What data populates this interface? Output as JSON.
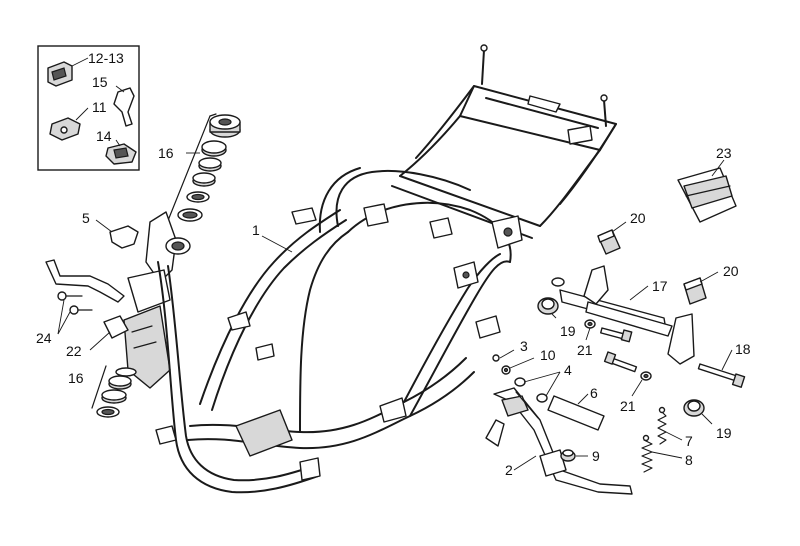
{
  "diagram": {
    "type": "exploded-parts-view",
    "line_color": "#1a1a1a",
    "part_fill": "#d8d8d8",
    "background": "#ffffff"
  },
  "callouts": {
    "c12_13": "12-13",
    "c15": "15",
    "c11": "11",
    "c14": "14",
    "c16a": "16",
    "c5": "5",
    "c1": "1",
    "c24": "24",
    "c22": "22",
    "c16b": "16",
    "c23": "23",
    "c20a": "20",
    "c20b": "20",
    "c17": "17",
    "c19a": "19",
    "c21a": "21",
    "c18": "18",
    "c21b": "21",
    "c19b": "19",
    "c3": "3",
    "c10": "10",
    "c4": "4",
    "c6": "6",
    "c7": "7",
    "c9": "9",
    "c8": "8",
    "c2": "2"
  }
}
